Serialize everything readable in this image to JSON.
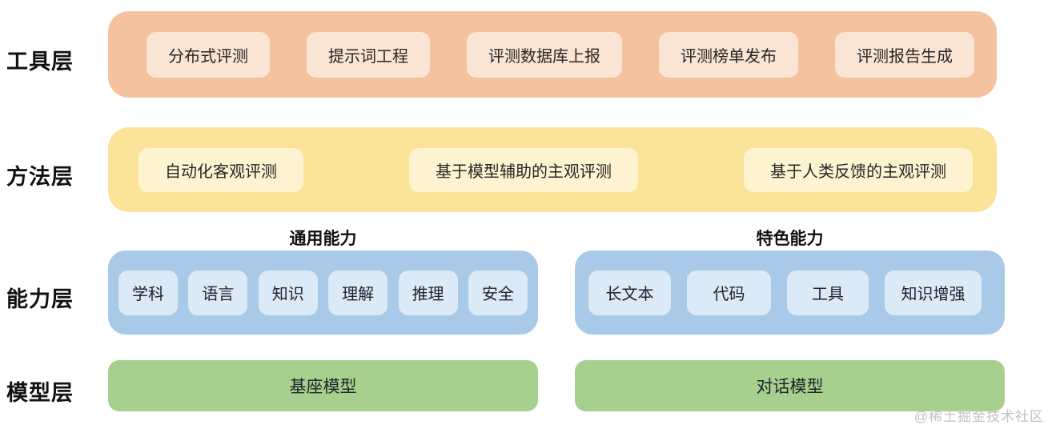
{
  "layers": {
    "tool": {
      "label": "工具层",
      "items": [
        "分布式评测",
        "提示词工程",
        "评测数据库上报",
        "评测榜单发布",
        "评测报告生成"
      ]
    },
    "method": {
      "label": "方法层",
      "items": [
        "自动化客观评测",
        "基于模型辅助的主观评测",
        "基于人类反馈的主观评测"
      ]
    },
    "capability": {
      "label": "能力层",
      "groups": [
        {
          "title": "通用能力",
          "items": [
            "学科",
            "语言",
            "知识",
            "理解",
            "推理",
            "安全"
          ]
        },
        {
          "title": "特色能力",
          "items": [
            "长文本",
            "代码",
            "工具",
            "知识增强"
          ]
        }
      ]
    },
    "model": {
      "label": "模型层",
      "items": [
        "基座模型",
        "对话模型"
      ]
    }
  },
  "watermark": "@稀土掘金技术社区",
  "colors": {
    "tool-band": "#F5C29F",
    "tool-chip": "#FAE4D3",
    "method-band": "#FBE499",
    "method-chip": "#FDF3D0",
    "cap-band": "#A9C9E8",
    "cap-chip": "#DCE9F6",
    "model-band": "#A7D08E"
  }
}
